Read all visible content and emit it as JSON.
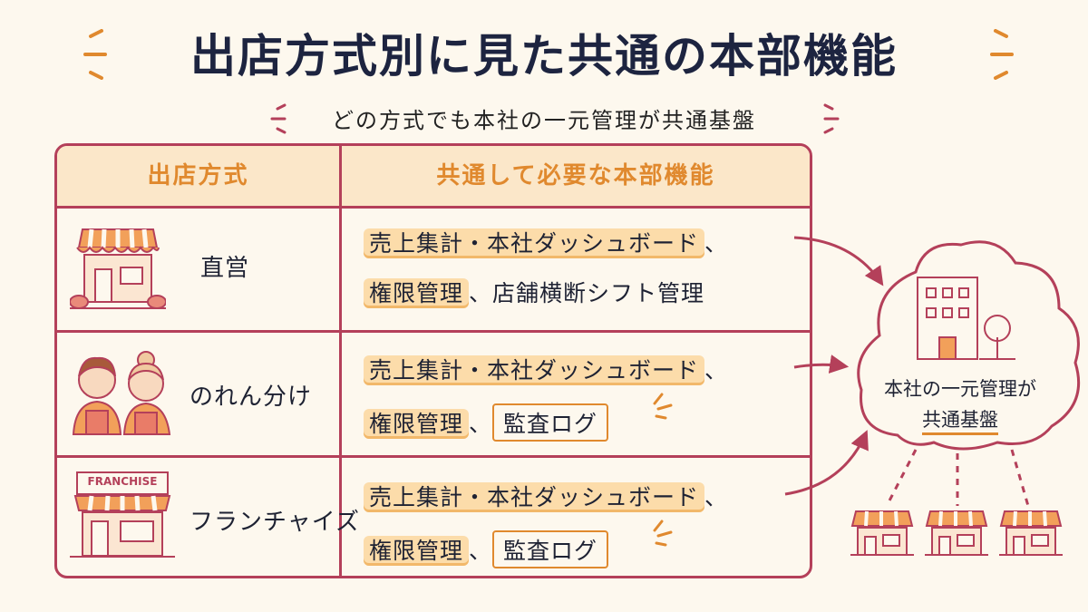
{
  "title": "出店方式別に見た共通の本部機能",
  "subtitle": "どの方式でも本社の一元管理が共通基盤",
  "table": {
    "headers": [
      "出店方式",
      "共通して必要な本部機能"
    ],
    "rows": [
      {
        "method": "直営",
        "line1_hl": "売上集計・本社ダッシュボード",
        "line1_rest": "、",
        "line2_hl": "権限管理",
        "line2_rest": "、店舗横断シフト管理"
      },
      {
        "method": "のれん分け",
        "line1_hl": "売上集計・本社ダッシュボード",
        "line1_rest": "、",
        "line2_hl": "権限管理",
        "line2_mid": "、",
        "line2_box": "監査ログ"
      },
      {
        "method": "フランチャイズ",
        "sign": "FRANCHISE",
        "line1_hl": "売上集計・本社ダッシュボード",
        "line1_rest": "、",
        "line2_hl": "権限管理",
        "line2_mid": "、",
        "line2_box": "監査ログ"
      }
    ]
  },
  "hq": {
    "line1": "本社の一元管理が",
    "line2": "共通基盤"
  },
  "colors": {
    "accent_red": "#b4405a",
    "accent_orange": "#e0892e",
    "highlight": "#fcdcaa",
    "background": "#fdf8ee"
  }
}
